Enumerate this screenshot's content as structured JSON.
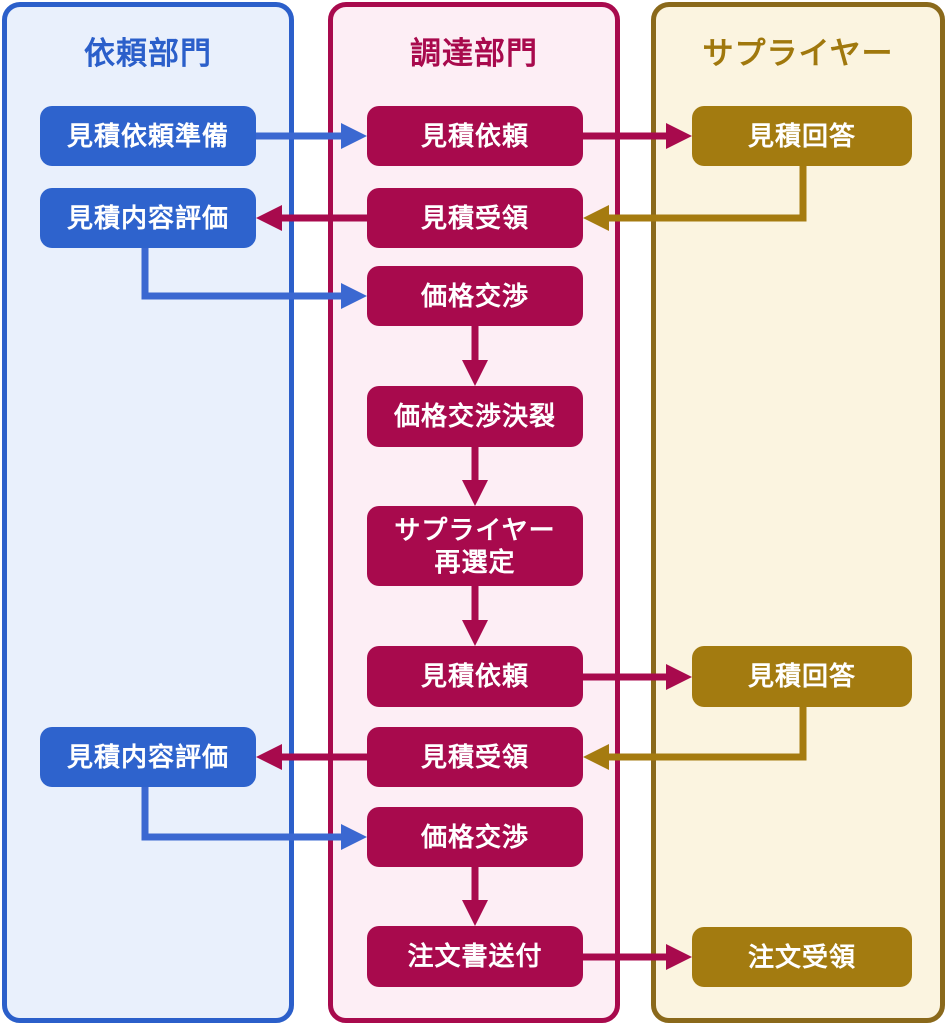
{
  "diagram": {
    "type": "swimlane-flowchart",
    "colors": {
      "blue_node": "#2e63cd",
      "blue_lane_bg": "#e9f0fc",
      "blue_lane_border": "#2b5fca",
      "blue_arrow": "#3b68d1",
      "crimson_node": "#a80a4d",
      "crimson_lane_bg": "#fdeef5",
      "crimson_lane_border": "#a80a4d",
      "gold_node": "#a37b10",
      "gold_lane_bg": "#fbf4e0",
      "gold_lane_border": "#8a691b",
      "gold_title": "#a0780d",
      "node_text": "#ffffff"
    },
    "lanes": [
      {
        "id": "request-department",
        "title": "依頼部門",
        "boxes": [
          {
            "id": "a1",
            "label": "見積依頼準備"
          },
          {
            "id": "a2",
            "label": "見積内容評価"
          },
          {
            "id": "a3",
            "label": "見積内容評価"
          }
        ]
      },
      {
        "id": "procurement-department",
        "title": "調達部門",
        "boxes": [
          {
            "id": "b1",
            "label": "見積依頼"
          },
          {
            "id": "b2",
            "label": "見積受領"
          },
          {
            "id": "b3",
            "label": "価格交渉"
          },
          {
            "id": "b4",
            "label": "価格交渉決裂"
          },
          {
            "id": "b5",
            "label": "サプライヤー\n再選定"
          },
          {
            "id": "b6",
            "label": "見積依頼"
          },
          {
            "id": "b7",
            "label": "見積受領"
          },
          {
            "id": "b8",
            "label": "価格交渉"
          },
          {
            "id": "b9",
            "label": "注文書送付"
          }
        ]
      },
      {
        "id": "supplier",
        "title": "サプライヤー",
        "boxes": [
          {
            "id": "c1",
            "label": "見積回答"
          },
          {
            "id": "c2",
            "label": "見積回答"
          },
          {
            "id": "c3",
            "label": "注文受領"
          }
        ]
      }
    ],
    "arrows": [
      {
        "from": "a1",
        "to": "b1",
        "color": "blue"
      },
      {
        "from": "b1",
        "to": "c1",
        "color": "crimson"
      },
      {
        "from": "c1",
        "to": "b2",
        "color": "gold"
      },
      {
        "from": "b2",
        "to": "a2",
        "color": "crimson"
      },
      {
        "from": "a2",
        "to": "b3",
        "color": "blue"
      },
      {
        "from": "b3",
        "to": "b4",
        "color": "crimson"
      },
      {
        "from": "b4",
        "to": "b5",
        "color": "crimson"
      },
      {
        "from": "b5",
        "to": "b6",
        "color": "crimson"
      },
      {
        "from": "b6",
        "to": "c2",
        "color": "crimson"
      },
      {
        "from": "c2",
        "to": "b7",
        "color": "gold"
      },
      {
        "from": "b7",
        "to": "a3",
        "color": "crimson"
      },
      {
        "from": "a3",
        "to": "b8",
        "color": "blue"
      },
      {
        "from": "b8",
        "to": "b9",
        "color": "crimson"
      },
      {
        "from": "b9",
        "to": "c3",
        "color": "crimson"
      }
    ]
  }
}
